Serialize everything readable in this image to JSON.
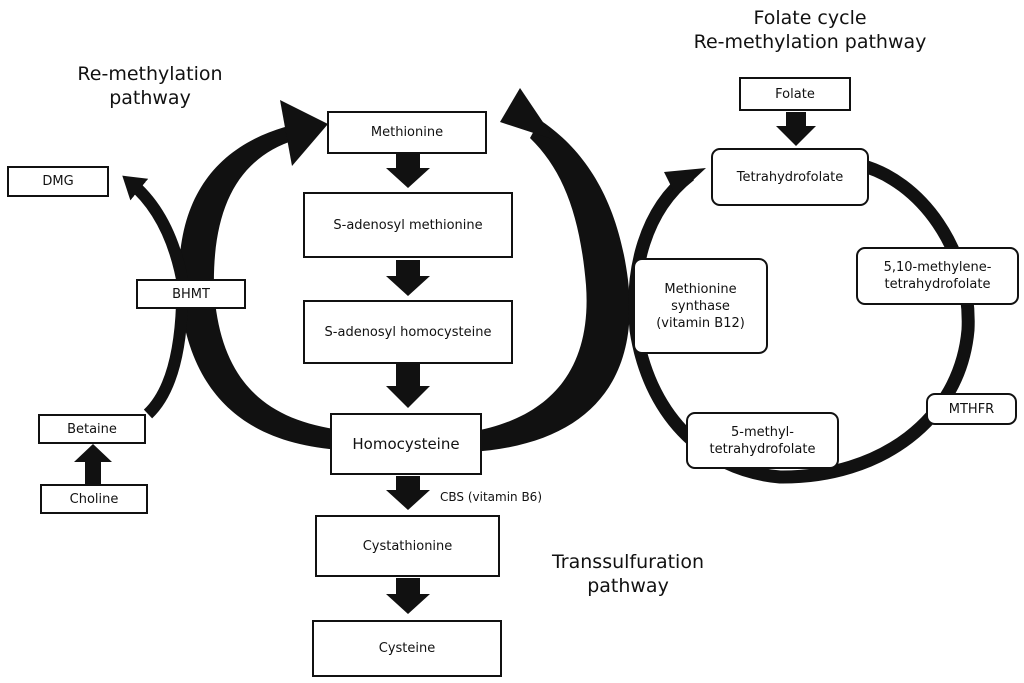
{
  "titles": {
    "remethylation_left": "Re-methylation\npathway",
    "folate_cycle": "Folate cycle\nRe-methylation pathway",
    "transsulfuration": "Transsulfuration\npathway"
  },
  "nodes": {
    "methionine": "Methionine",
    "sam": "S-adenosyl methionine",
    "sah": "S-adenosyl homocysteine",
    "homocysteine": "Homocysteine",
    "cystathionine": "Cystathionine",
    "cysteine": "Cysteine",
    "dmg": "DMG",
    "bhmt": "BHMT",
    "betaine": "Betaine",
    "choline": "Choline",
    "folate": "Folate",
    "thf": "Tetrahydrofolate",
    "methylene_thf": "5,10-methylene-\ntetrahydrofolate",
    "mthfr": "MTHFR",
    "methyl_thf": "5-methyl-\ntetrahydrofolate",
    "methionine_synthase": "Methionine\nsynthase\n(vitamin B12)"
  },
  "annotations": {
    "cbs": "CBS (vitamin B6)"
  },
  "colors": {
    "ink": "#111111",
    "background": "#ffffff"
  }
}
